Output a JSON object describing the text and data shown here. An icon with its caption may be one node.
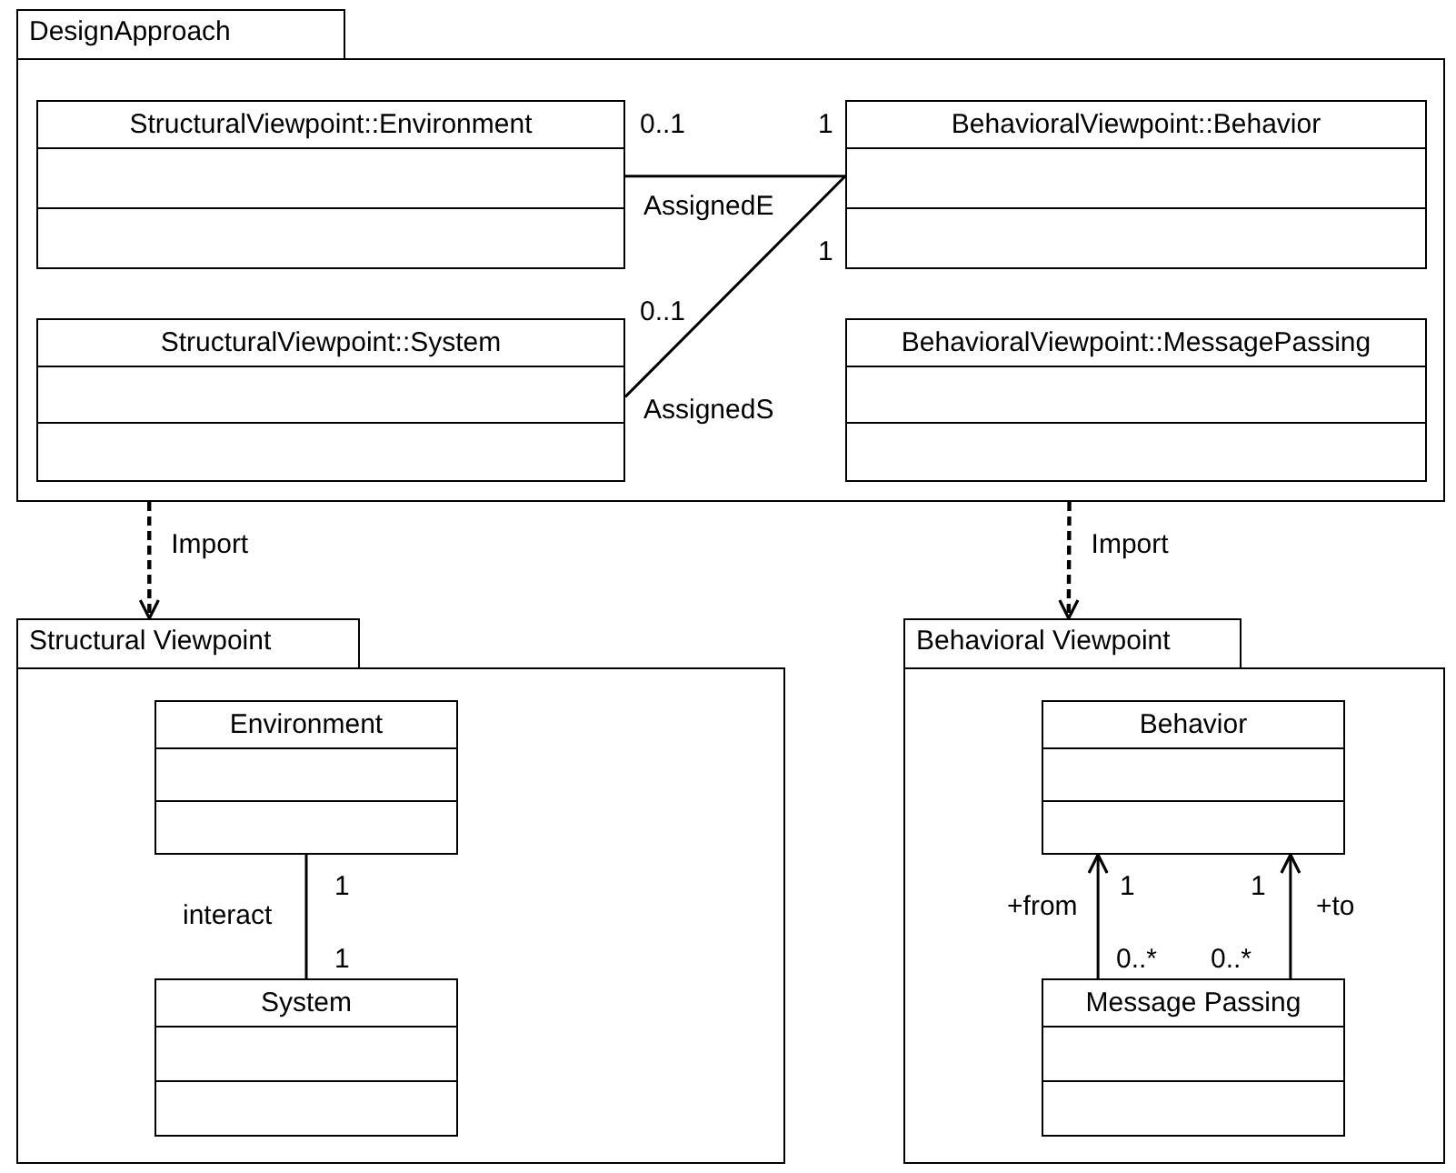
{
  "diagram": {
    "nodes": [
      {
        "text": [
          "DesignApproach"
        ]
      },
      {
        "text": [
          "StructuralViewpoint::Environment"
        ],
        "in": 0
      },
      {
        "text": [
          "BehavioralViewpoint::Behavior"
        ],
        "in": 0
      },
      {
        "text": [
          "StructuralViewpoint::System"
        ],
        "in": 0
      },
      {
        "text": [
          "BehavioralViewpoint::MessagePassing"
        ],
        "in": 0
      },
      {
        "text": [
          "Structural Viewpoint"
        ]
      },
      {
        "text": [
          "Environment"
        ],
        "in": 5
      },
      {
        "text": [
          "System"
        ],
        "in": 5
      },
      {
        "text": [
          "Behavioral Viewpoint"
        ]
      },
      {
        "text": [
          "Behavior"
        ],
        "in": 8
      },
      {
        "text": [
          "Message Passing"
        ],
        "in": 8
      }
    ],
    "edges": [
      {
        "from": 1,
        "to": 2,
        "arrow": "none",
        "label": "AssignedE"
      },
      {
        "from": 3,
        "to": 2,
        "arrow": "none",
        "label": "AssignedS"
      },
      {
        "from": 0,
        "to": 5,
        "arrow": "to",
        "label": "Import",
        "style": "dashed"
      },
      {
        "from": 0,
        "to": 8,
        "arrow": "to",
        "label": "Import",
        "style": "dashed"
      },
      {
        "from": 6,
        "to": 7,
        "arrow": "none",
        "label": "interact"
      },
      {
        "from": 10,
        "to": 9,
        "arrow": "to",
        "label": "+from"
      },
      {
        "from": 10,
        "to": 9,
        "arrow": "to",
        "label": "+to"
      }
    ],
    "labels": [
      "0..1",
      "1",
      "1",
      "0..1",
      "1",
      "1",
      "1",
      "1",
      "0..*",
      "0..*"
    ]
  }
}
